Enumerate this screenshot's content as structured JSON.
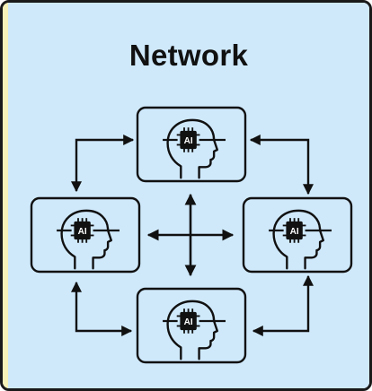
{
  "diagram": {
    "title": "Network",
    "node_label": "AI",
    "nodes": [
      {
        "id": "top",
        "label": "AI"
      },
      {
        "id": "left",
        "label": "AI"
      },
      {
        "id": "right",
        "label": "AI"
      },
      {
        "id": "bottom",
        "label": "AI"
      }
    ],
    "connections": [
      {
        "from": "top",
        "to": "left",
        "style": "bidirectional-elbow"
      },
      {
        "from": "top",
        "to": "right",
        "style": "bidirectional-elbow"
      },
      {
        "from": "left",
        "to": "bottom",
        "style": "bidirectional-elbow"
      },
      {
        "from": "right",
        "to": "bottom",
        "style": "bidirectional-elbow"
      }
    ],
    "center_icon": "four-way-arrow-icon",
    "node_icon": "ai-head-chip-icon"
  },
  "colors": {
    "background": "#cfe9fb",
    "left_accent": "#f6f2b8",
    "node_fill": "#cfe9fb",
    "stroke": "#111111",
    "chip_fill": "#111111",
    "chip_text": "#ffffff"
  }
}
